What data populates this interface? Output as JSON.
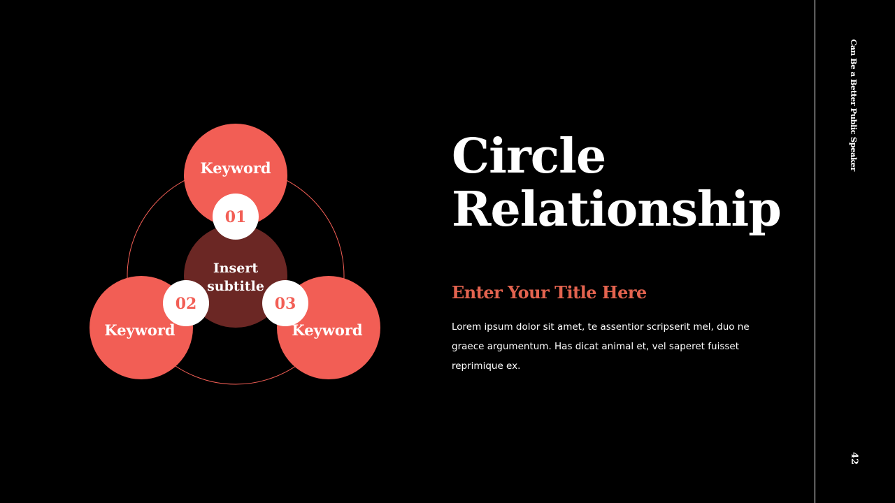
{
  "slide": {
    "title": "Circle Relationship",
    "subtitle": "Enter Your Title Here",
    "body": "Lorem ipsum dolor sit amet, te assentior scripserit mel, duo ne graece argumentum. Has dicat animal et, vel saperet fuisset reprimique ex.",
    "side_text": "Can Be a Better Public Speaker",
    "page_number": "42"
  },
  "diagram": {
    "center_label": [
      "Insert",
      "subtitle"
    ],
    "nodes": [
      {
        "number": "01",
        "keyword": "Keyword"
      },
      {
        "number": "02",
        "keyword": "Keyword"
      },
      {
        "number": "03",
        "keyword": "Keyword"
      }
    ]
  },
  "colors": {
    "background": "#000000",
    "accent": "#f25e55",
    "center": "#6b2724",
    "subtitle": "#e3634f",
    "text": "#ffffff"
  }
}
